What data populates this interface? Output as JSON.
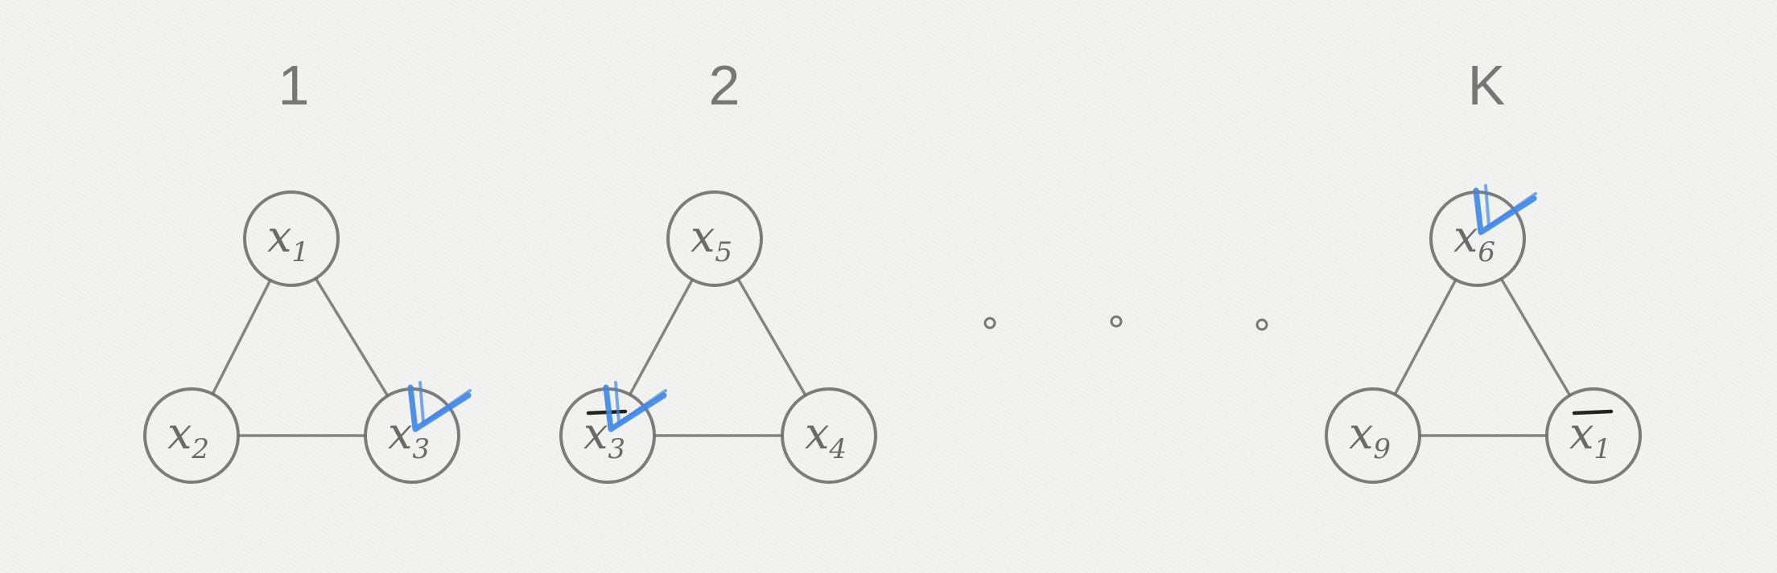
{
  "diagram": {
    "gadgets": [
      {
        "title": "1",
        "nodes": [
          {
            "var": "x",
            "sub": "1",
            "negated": false,
            "checked": false
          },
          {
            "var": "x",
            "sub": "2",
            "negated": false,
            "checked": false
          },
          {
            "var": "x",
            "sub": "3",
            "negated": false,
            "checked": true
          }
        ]
      },
      {
        "title": "2",
        "nodes": [
          {
            "var": "x",
            "sub": "5",
            "negated": false,
            "checked": false
          },
          {
            "var": "x",
            "sub": "3",
            "negated": true,
            "checked": true
          },
          {
            "var": "x",
            "sub": "4",
            "negated": false,
            "checked": false
          }
        ]
      },
      {
        "title": "K",
        "nodes": [
          {
            "var": "x",
            "sub": "6",
            "negated": false,
            "checked": true
          },
          {
            "var": "x",
            "sub": "9",
            "negated": false,
            "checked": false
          },
          {
            "var": "x",
            "sub": "1",
            "negated": true,
            "checked": false
          }
        ]
      }
    ],
    "ellipsis": "• • •",
    "colors": {
      "pencil": "#6f6f6f",
      "check": "#3d86e8",
      "background": "#f3f3f2"
    }
  }
}
